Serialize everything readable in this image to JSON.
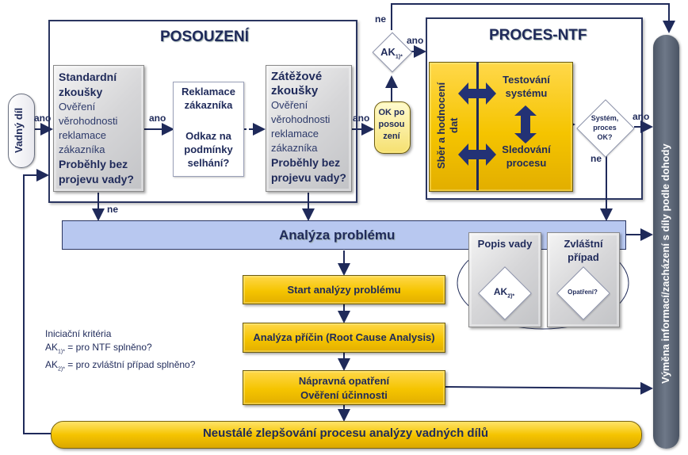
{
  "posouzeni": {
    "title": "POSOUZENÍ",
    "standard": {
      "title_1": "Standardní",
      "title_2": "zkoušky",
      "desc": [
        "Ověření",
        "věrohodnosti",
        "reklamace",
        "zákazníka"
      ],
      "question_1": "Proběhly bez",
      "question_2": "projevu vady?"
    },
    "reklamace": {
      "top_1": "Reklamace",
      "top_2": "zákazníka",
      "bottom_1": "Odkaz na",
      "bottom_2": "podmínky",
      "bottom_3": "selhání?"
    },
    "zatezove": {
      "title_1": "Zátěžové",
      "title_2": "zkoušky",
      "desc": [
        "Ověření",
        "věrohodnosti",
        "reklamace",
        "zákazníka"
      ],
      "question_1": "Proběhly bez",
      "question_2": "projevu vady?"
    }
  },
  "start": {
    "label": "Vadný díl"
  },
  "ok_po_posouzeni": {
    "line_1": "OK po",
    "line_2": "posou",
    "line_3": "zení"
  },
  "ak1": {
    "base": "AK",
    "sub": "1)*"
  },
  "proces_ntf": {
    "title": "PROCES-NTF",
    "sber": {
      "line_1": "Sběr a hodnocení",
      "line_2": "dat"
    },
    "testovani": {
      "line_1": "Testování",
      "line_2": "systému"
    },
    "sledovani": {
      "line_1": "Sledování",
      "line_2": "procesu"
    }
  },
  "system_ok": {
    "line_1": "Systém,",
    "line_2": "proces",
    "line_3": "OK?"
  },
  "analyza": {
    "title": "Analýza problému"
  },
  "popis_vady": {
    "title": "Popis vady",
    "diamond_base": "AK",
    "diamond_sub": "2)*"
  },
  "zvlastni": {
    "title_1": "Zvláštní",
    "title_2": "případ",
    "diamond": "Opatření?"
  },
  "steps": [
    "Start analýzy problému",
    "Analýza příčin (Root Cause Analysis)"
  ],
  "napravna": {
    "line_1": "Nápravná opatření",
    "line_2": "Ověření účinnosti"
  },
  "bottom_bar": {
    "label": "Neustálé zlepšování procesu analýzy vadných dílů"
  },
  "side_bar": {
    "label": "Výměna informací/zacházení s díly podle dohody"
  },
  "criteria": {
    "title": "Iniciační kritéria",
    "ak1_base": "AK",
    "ak1_sub": "1)*",
    "ak1_text": " = pro NTF splněno?",
    "ak2_base": "AK",
    "ak2_sub": "2)*",
    "ak2_text": " = pro zvláštní případ splněno?"
  },
  "edge_labels": {
    "ano": "ano",
    "ne": "ne"
  },
  "colors": {
    "navy": "#1f2a5a",
    "yellow": "#f5c400",
    "blue_band": "#b8c8f0",
    "grey_bar": "#5f6a78"
  }
}
